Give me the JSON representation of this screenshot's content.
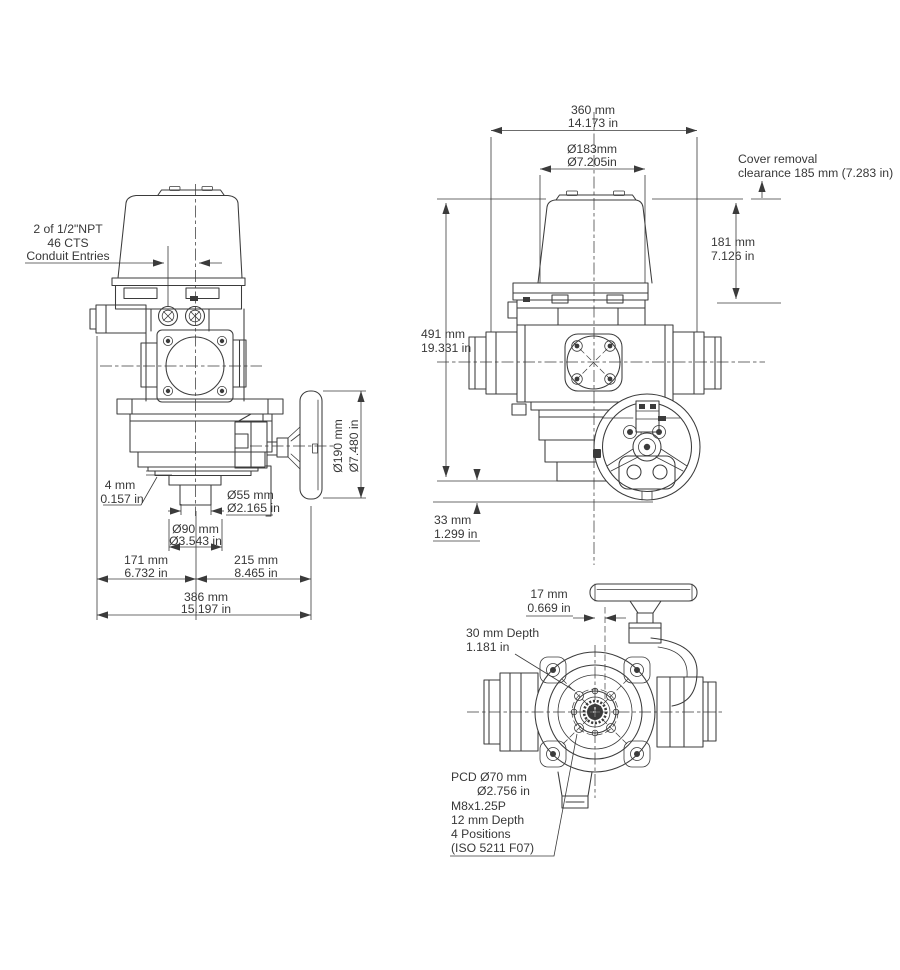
{
  "side_view": {
    "conduit_note_l1": "2 of 1/2\"NPT",
    "conduit_note_l2": "46 CTS",
    "conduit_note_l3": "Conduit Entries",
    "dim_4_mm": "4 mm",
    "dim_4_in": "0.157 in",
    "dim_d55_mm": "Ø55 mm",
    "dim_d55_in": "Ø2.165 in",
    "dim_d90_mm": "Ø90 mm",
    "dim_d90_in": "Ø3.543 in",
    "dim_171_mm": "171 mm",
    "dim_171_in": "6.732 in",
    "dim_215_mm": "215 mm",
    "dim_215_in": "8.465 in",
    "dim_386_mm": "386 mm",
    "dim_386_in": "15.197 in",
    "dim_d190_mm": "Ø190 mm",
    "dim_d190_in": "Ø7.480 in"
  },
  "front_view": {
    "dim_360_mm": "360 mm",
    "dim_360_in": "14.173 in",
    "dim_d183_mm": "Ø183mm",
    "dim_d183_in": "Ø7.205in",
    "cover_removal_l1": "Cover removal",
    "cover_removal_l2": "clearance 185 mm (7.283 in)",
    "dim_181_mm": "181 mm",
    "dim_181_in": "7.126 in",
    "dim_491_mm": "491 mm",
    "dim_491_in": "19.331 in",
    "dim_33_mm": "33 mm",
    "dim_33_in": "1.299 in"
  },
  "bottom_view": {
    "dim_17_mm": "17 mm",
    "dim_17_in": "0.669 in",
    "depth_note_l1": "30 mm Depth",
    "depth_note_l2": "1.181 in",
    "flange_note_l1": "PCD Ø70 mm",
    "flange_note_l2": "Ø2.756 in",
    "flange_note_l3": "M8x1.25P",
    "flange_note_l4": "12 mm Depth",
    "flange_note_l5": "4 Positions",
    "flange_note_l6": "(ISO 5211 F07)"
  },
  "colors": {
    "line": "#3b3b3b",
    "text": "#383838",
    "background": "#ffffff"
  }
}
